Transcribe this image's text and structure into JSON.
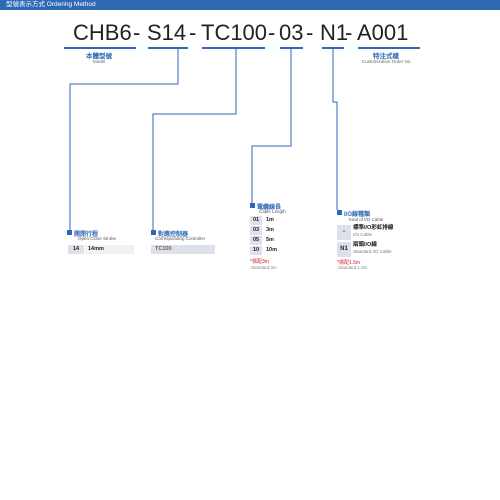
{
  "header": {
    "title": "型號表示方式 Ordering Method"
  },
  "code": {
    "model": "CHB6",
    "sep1": "-",
    "stroke": "S14",
    "sep2": "-",
    "controller": "TC100",
    "sep3": "-",
    "cable": "03",
    "sep4": "-",
    "io": "N1",
    "sep5": "-",
    "custom": "A001"
  },
  "model_label": {
    "cn": "本體型號",
    "en": "Model"
  },
  "custom_label": {
    "cn": "特注式樣",
    "en": "Customization Order No."
  },
  "stroke_section": {
    "title_cn": "開閉行程",
    "title_en": "Open Close Stroke",
    "rows": [
      {
        "key": "14",
        "value": "14mm"
      }
    ]
  },
  "controller_section": {
    "title_cn": "對應控制器",
    "title_en": "Corresponding Controller",
    "rows": [
      {
        "value": "TC100"
      }
    ]
  },
  "cable_section": {
    "title_cn": "電纜線長",
    "title_en": "Cable Length",
    "rows": [
      {
        "key": "01",
        "value": "1m"
      },
      {
        "key": "03",
        "value": "3m"
      },
      {
        "key": "05",
        "value": "5m"
      },
      {
        "key": "10",
        "value": "10m"
      }
    ],
    "note_red": "*標配3m",
    "note_grey": "Standard:3m"
  },
  "io_section": {
    "title_cn": "I/O線種類",
    "title_en": "Kind of I/O Cable",
    "rows": [
      {
        "key": "-",
        "value_cn": "標準I/O彩虹排線",
        "value_en": "I/O Cable"
      },
      {
        "key": "N1",
        "value_cn": "兩頭I/O線",
        "value_en": "Standard I/O Cable"
      }
    ],
    "note_red": "*標配1.5m",
    "note_grey": "Standard:1.5m"
  },
  "colors": {
    "accent": "#2e69b5",
    "table_key_bg": "#dfe1ea",
    "note_red": "#d31c1c"
  }
}
